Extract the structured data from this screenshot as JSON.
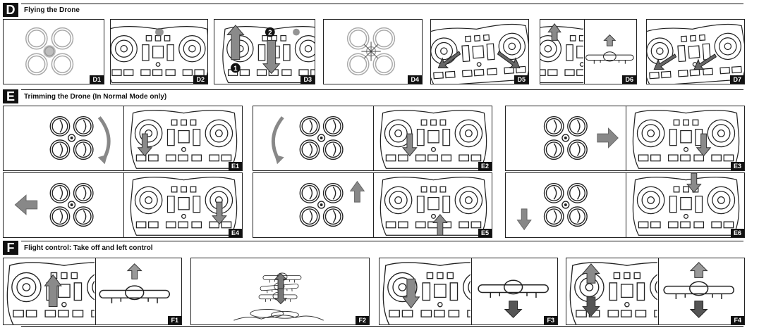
{
  "sections": {
    "D": {
      "letter": "D",
      "title": "Flying the Drone"
    },
    "E": {
      "letter": "E",
      "title": "Trimming the Drone (In Normal Mode only)"
    },
    "F": {
      "letter": "F",
      "title": "Flight control: Take off and left control"
    }
  },
  "panels": {
    "D1": "D1",
    "D2": "D2",
    "D3": "D3",
    "D4": "D4",
    "D5": "D5",
    "D6": "D6",
    "D7": "D7",
    "E1": "E1",
    "E2": "E2",
    "E3": "E3",
    "E4": "E4",
    "E5": "E5",
    "E6": "E6",
    "F1": "F1",
    "F2": "F2",
    "F3": "F3",
    "F4": "F4"
  },
  "step_markers": [
    "1",
    "2"
  ],
  "colors": {
    "ink": "#111111",
    "arrow": "#8a8a8a",
    "light": "#d9d9d9"
  }
}
